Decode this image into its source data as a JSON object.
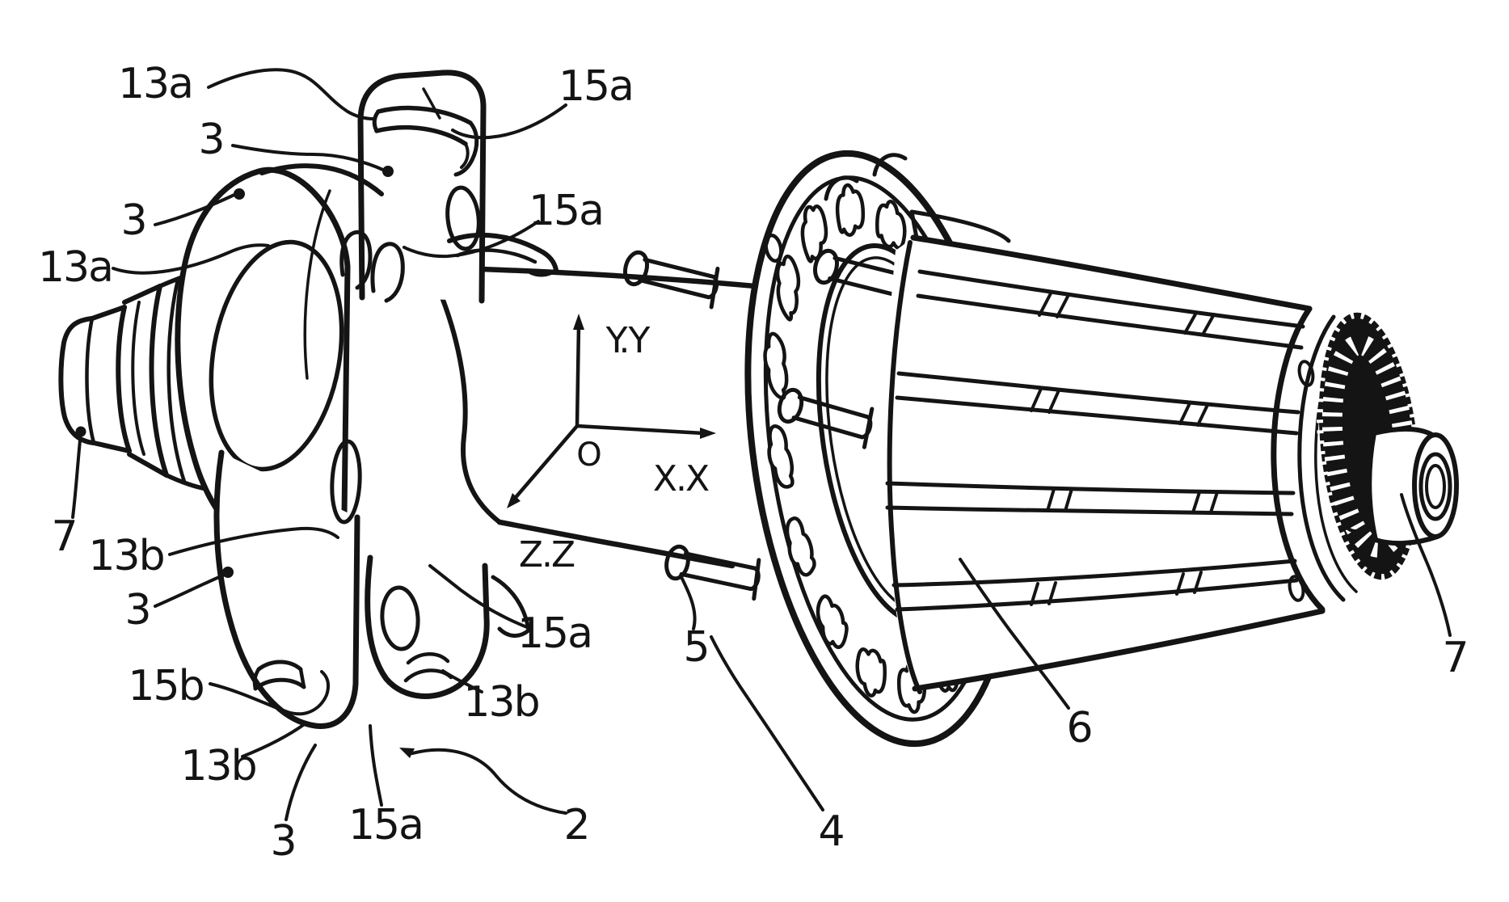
{
  "figure": {
    "kind": "patent-style technical line drawing",
    "colors": {
      "ink": "#141414",
      "background": "#ffffff"
    }
  },
  "axes": {
    "origin": "O",
    "x_axis": "X.X",
    "y_axis": "Y.Y",
    "z_axis": "Z.Z"
  },
  "reference_numerals": {
    "top_13a": "13a",
    "top_3": "3",
    "top_15a": "15a",
    "left_3": "3",
    "left_13a": "13a",
    "upper_15a": "15a",
    "left_7": "7",
    "left_13b": "13b",
    "lowerleft_3": "3",
    "left_15b": "15b",
    "bottom_13b": "13b",
    "bottom_3": "3",
    "bottom_15a": "15a",
    "bottom_2": "2",
    "mid_15a": "15a",
    "mid_13b": "13b",
    "mid_5": "5",
    "bottom_4": "4",
    "bottom_6": "6",
    "right_7": "7"
  }
}
